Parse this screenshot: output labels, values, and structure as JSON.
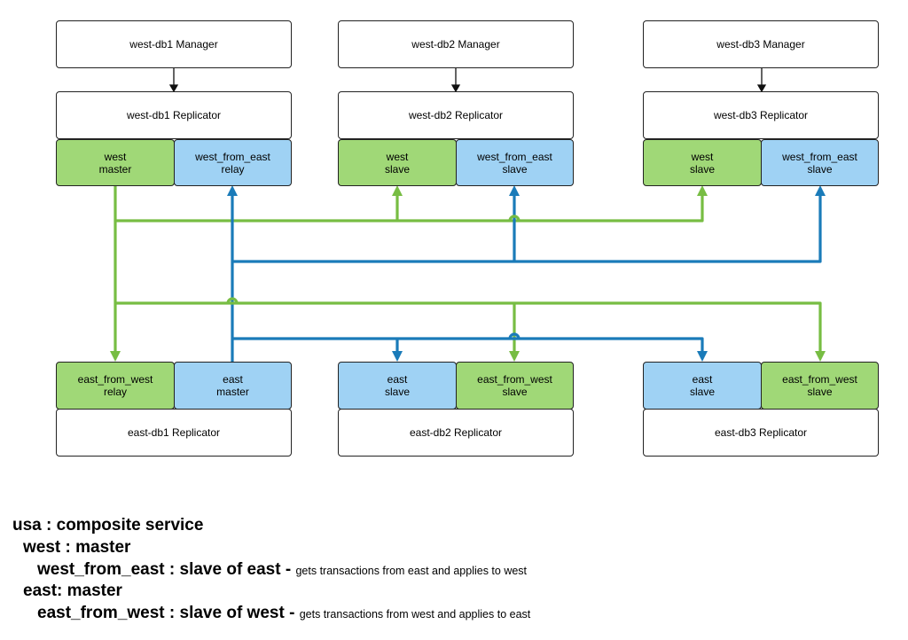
{
  "managers": [
    "west-db1 Manager",
    "west-db2 Manager",
    "west-db3 Manager"
  ],
  "west_replicators": [
    "west-db1 Replicator",
    "west-db2 Replicator",
    "west-db3 Replicator"
  ],
  "east_replicators": [
    "east-db1 Replicator",
    "east-db2 Replicator",
    "east-db3 Replicator"
  ],
  "west_services": [
    {
      "name": "west",
      "role": "master"
    },
    {
      "name": "west_from_east",
      "role": "relay"
    },
    {
      "name": "west",
      "role": "slave"
    },
    {
      "name": "west_from_east",
      "role": "slave"
    },
    {
      "name": "west",
      "role": "slave"
    },
    {
      "name": "west_from_east",
      "role": "slave"
    }
  ],
  "east_services": [
    {
      "name": "east_from_west",
      "role": "relay"
    },
    {
      "name": "east",
      "role": "master"
    },
    {
      "name": "east",
      "role": "slave"
    },
    {
      "name": "east_from_west",
      "role": "slave"
    },
    {
      "name": "east",
      "role": "slave"
    },
    {
      "name": "east_from_west",
      "role": "slave"
    }
  ],
  "colors": {
    "west_flow": "#77bd43",
    "east_flow": "#1a7bb9",
    "green_fill": "#a0d877",
    "blue_fill": "#9fd2f4"
  },
  "legend": {
    "line1": "usa : composite service",
    "line2": "west : master",
    "line3": "west_from_east : slave of east",
    "line3_sep": " - ",
    "line3_desc": "gets transactions from east and applies to west",
    "line4": "east: master",
    "line5": "east_from_west : slave of west",
    "line5_sep": " - ",
    "line5_desc": "gets transactions from west and applies to east"
  }
}
